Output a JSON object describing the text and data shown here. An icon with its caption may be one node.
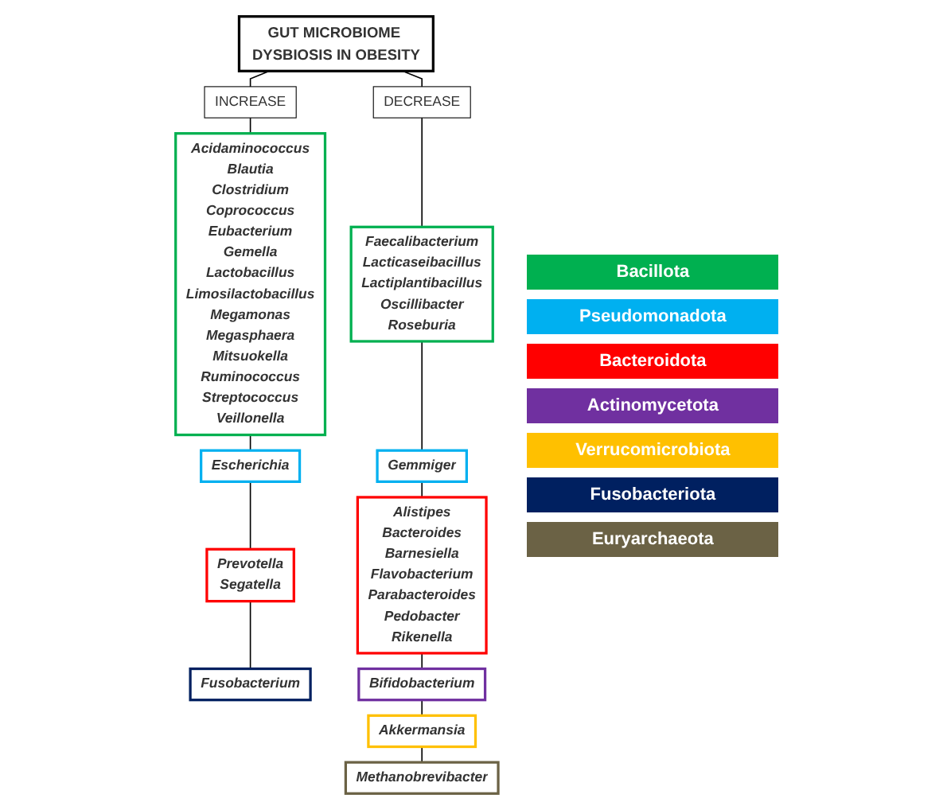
{
  "diagram": {
    "nodes": [
      {
        "text": [
          "GUT MICROBIOME DYSBIOSIS IN OBESITY"
        ]
      },
      {
        "text": [
          "INCREASE"
        ]
      },
      {
        "text": [
          "DECREASE"
        ]
      },
      {
        "text": [
          "Acidaminococcus",
          "Blautia",
          "Clostridium",
          "Coprococcus",
          "Eubacterium",
          "Gemella",
          "Lactobacillus",
          "Limosilactobacillus",
          "Megamonas",
          "Megasphaera",
          "Mitsuokella",
          "Ruminococcus",
          "Streptococcus",
          "Veillonella"
        ]
      },
      {
        "text": [
          "Escherichia"
        ]
      },
      {
        "text": [
          "Prevotella",
          "Segatella"
        ]
      },
      {
        "text": [
          "Fusobacterium"
        ]
      },
      {
        "text": [
          "Faecalibacterium",
          "Lacticaseibacillus",
          "Lactiplantibacillus",
          "Oscillibacter",
          "Roseburia"
        ]
      },
      {
        "text": [
          "Gemmiger"
        ]
      },
      {
        "text": [
          "Alistipes",
          "Bacteroides",
          "Barnesiella",
          "Flavobacterium",
          "Parabacteroides",
          "Pedobacter",
          "Rikenella"
        ]
      },
      {
        "text": [
          "Bifidobacterium"
        ]
      },
      {
        "text": [
          "Akkermansia"
        ]
      },
      {
        "text": [
          "Methanobrevibacter"
        ]
      }
    ],
    "edges": [
      {
        "from": 0,
        "to": 1,
        "arrow": "none"
      },
      {
        "from": 0,
        "to": 2,
        "arrow": "none"
      },
      {
        "from": 1,
        "to": 3,
        "arrow": "none"
      },
      {
        "from": 3,
        "to": 4,
        "arrow": "none"
      },
      {
        "from": 4,
        "to": 5,
        "arrow": "none"
      },
      {
        "from": 5,
        "to": 6,
        "arrow": "none"
      },
      {
        "from": 2,
        "to": 7,
        "arrow": "none"
      },
      {
        "from": 7,
        "to": 8,
        "arrow": "none"
      },
      {
        "from": 8,
        "to": 9,
        "arrow": "none"
      },
      {
        "from": 9,
        "to": 10,
        "arrow": "none"
      },
      {
        "from": 10,
        "to": 11,
        "arrow": "none"
      },
      {
        "from": 11,
        "to": 12,
        "arrow": "none"
      }
    ],
    "legend": [
      {
        "text": "Bacillota",
        "color": "#00b050"
      },
      {
        "text": "Pseudomonadota",
        "color": "#00b0f0"
      },
      {
        "text": "Bacteroidota",
        "color": "#ff0000"
      },
      {
        "text": "Actinomycetota",
        "color": "#7030a0"
      },
      {
        "text": "Verrucomicrobiota",
        "color": "#ffc000"
      },
      {
        "text": "Fusobacteriota",
        "color": "#002060"
      },
      {
        "text": "Euryarchaeota",
        "color": "#6b6245"
      }
    ]
  }
}
